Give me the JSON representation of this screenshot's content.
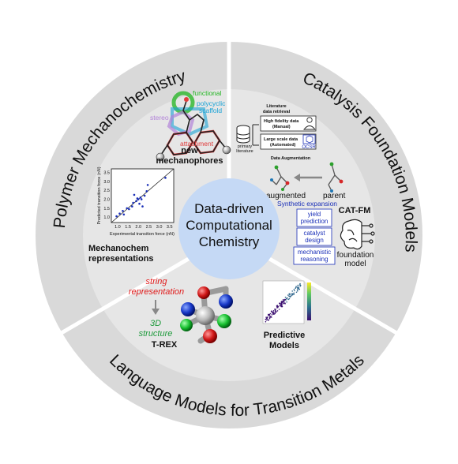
{
  "center": {
    "line1": "Data-driven",
    "line2": "Computational",
    "line3": "Chemistry"
  },
  "sections": {
    "polymer": {
      "title": "Polymer Mechanochemistry",
      "mol_labels": {
        "functional": "functional",
        "polycyclic": "polycyclic",
        "scaffold": "scaffold",
        "stereo": "stereo",
        "attachment": "attachment"
      },
      "new_label_1": "new",
      "new_label_2": "mechanophores",
      "repr_label_1": "Mechanochem",
      "repr_label_2": "representations"
    },
    "catalysis": {
      "title": "Catalysis Foundation Models",
      "literature_title_1": "Literature",
      "literature_title_2": "data retrieval",
      "primary_1": "primary",
      "primary_2": "literature",
      "high_fidelity_1": "High fidelity data",
      "high_fidelity_2": "(Manual)",
      "large_scale_1": "Large scale data",
      "large_scale_2": "(Automated)",
      "ocsr": "OCSR",
      "augmentation_title": "Data Augmentation",
      "augmented": "augmented",
      "parent": "parent",
      "synthetic": "Synthetic expansion",
      "catfm": "CAT-FM",
      "task1_1": "yield",
      "task1_2": "prediction",
      "task2_1": "catalyst",
      "task2_2": "design",
      "task3_1": "mechanistic",
      "task3_2": "reasoning",
      "foundation_1": "foundation",
      "foundation_2": "model"
    },
    "language": {
      "title": "Language Models for Transition Metals",
      "string_1": "string",
      "string_2": "representation",
      "structure_1": "3D",
      "structure_2": "structure",
      "trex": "T-REX",
      "predictive_1": "Predictive",
      "predictive_2": "Models"
    }
  },
  "chart_data": {
    "type": "scatter",
    "xlabel": "Experimental transition force (nN)",
    "ylabel": "Predicted transition force (nN)",
    "xticks": [
      "1.0",
      "1.5",
      "2.0",
      "2.5",
      "3.0",
      "3.5"
    ],
    "yticks": [
      "1.0",
      "1.5",
      "2.0",
      "2.5",
      "3.0",
      "3.5"
    ],
    "xlim": [
      0.7,
      3.7
    ],
    "ylim": [
      0.7,
      3.7
    ],
    "x": [
      0.95,
      1.1,
      1.25,
      1.3,
      1.45,
      1.55,
      1.7,
      1.75,
      1.8,
      1.9,
      1.95,
      2.0,
      2.05,
      2.1,
      2.15,
      2.2,
      2.3,
      2.4,
      2.45,
      3.3
    ],
    "y": [
      1.05,
      1.2,
      1.35,
      1.15,
      1.5,
      1.45,
      1.6,
      1.8,
      2.25,
      1.9,
      2.05,
      2.0,
      1.75,
      2.1,
      2.0,
      1.6,
      2.2,
      2.45,
      2.8,
      3.2
    ],
    "fit_line": true
  },
  "colors": {
    "ring": "#d9d9d9",
    "inner_ring": "#e6e6e6",
    "center_fill": "#c5d9f5",
    "functional": "#1fb41f",
    "polycyclic": "#1ba3d6",
    "stereo": "#b283d9",
    "attachment": "#e03c3c",
    "string_red": "#e01b1b",
    "structure_green": "#1e9a3b",
    "task_blue": "#1a2fb8"
  }
}
